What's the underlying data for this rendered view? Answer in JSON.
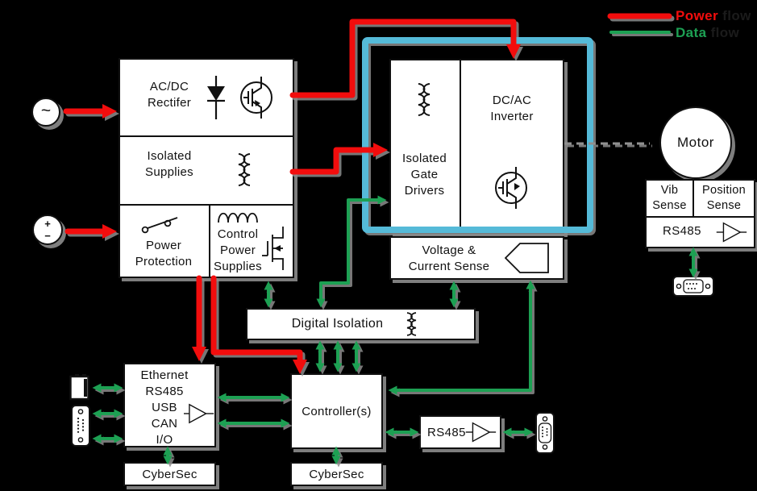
{
  "legend": {
    "power": {
      "label": "Power",
      "suffix": "flow"
    },
    "data": {
      "label": "Data",
      "suffix": "flow"
    }
  },
  "colors": {
    "power_flow": "#f20d0d",
    "data_flow": "#1da053",
    "dc_bus": "#55bad8",
    "box_fill": "#ffffff",
    "outline": "#111111",
    "shadow": "#8c8c8c",
    "background": "#000000"
  },
  "sources": {
    "ac_symbol": "~",
    "battery_plus": "+",
    "battery_minus": "−"
  },
  "blocks": {
    "rectifier": "AC/DC\nRectifer",
    "isolated_supplies": "Isolated\nSupplies",
    "power_protection": "Power\nProtection",
    "control_power_supplies": "Control\nPower\nSupplies",
    "gate_drivers": "Isolated\nGate\nDrivers",
    "inverter": "DC/AC\nInverter",
    "sense": "Voltage &\nCurrent Sense",
    "digital_isolation": "Digital Isolation",
    "motor": "Motor",
    "vib_sense": "Vib\nSense",
    "position_sense": "Position\nSense",
    "motor_rs485": "RS485",
    "controller": "Controller(s)",
    "controller_rs485": "RS485",
    "cybersec_io": "CyberSec",
    "cybersec_controller": "CyberSec"
  },
  "io_block": {
    "lines": [
      "Ethernet",
      "RS485",
      "USB",
      "CAN",
      "I/O"
    ]
  },
  "icons": {
    "diode": "diode-icon",
    "igbt": "igbt-icon",
    "transformer": "transformer-icon",
    "inductor": "inductor-icon",
    "mosfet": "mosfet-icon",
    "switch": "switch-icon",
    "buffer": "buffer-icon",
    "current_sensor": "current-sensor-icon",
    "db9": "db9-connector-icon",
    "ethernet_jack": "ethernet-jack-icon"
  }
}
